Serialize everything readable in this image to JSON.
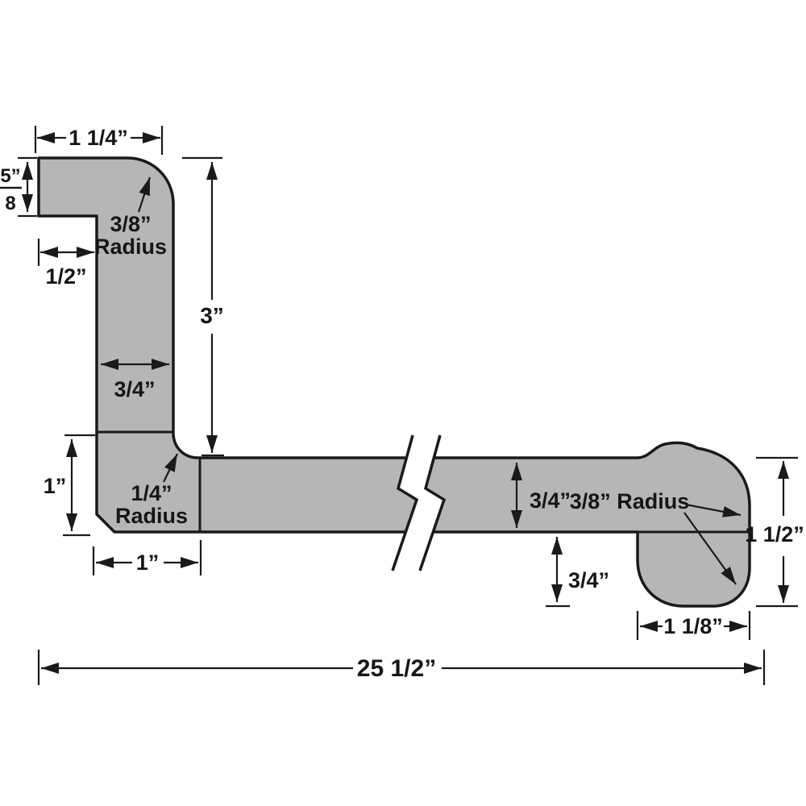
{
  "diagram": {
    "name": "Dimensioned part profile drawing",
    "colors": {
      "part_fill": "#b5b6b7",
      "line": "#1a1a1a",
      "background": "#ffffff"
    },
    "dimensions": {
      "top_width": "1 1/4”",
      "stub_height_numerator": "5”",
      "stub_height_denominator": "8",
      "top_radius_value": "3/8”",
      "top_radius_word": "Radius",
      "stub_offset": "1/2”",
      "leg_height": "3”",
      "leg_width": "3/4”",
      "corner_height": "1”",
      "inner_radius_value": "1/4”",
      "inner_radius_word": "Radius",
      "corner_width": "1”",
      "run_thickness": "3/4”",
      "end_radius": "3/8” Radius",
      "end_drop": "3/4”",
      "end_height": "1 1/2”",
      "end_width": "1 1/8”",
      "overall_length": "25 1/2”"
    }
  }
}
